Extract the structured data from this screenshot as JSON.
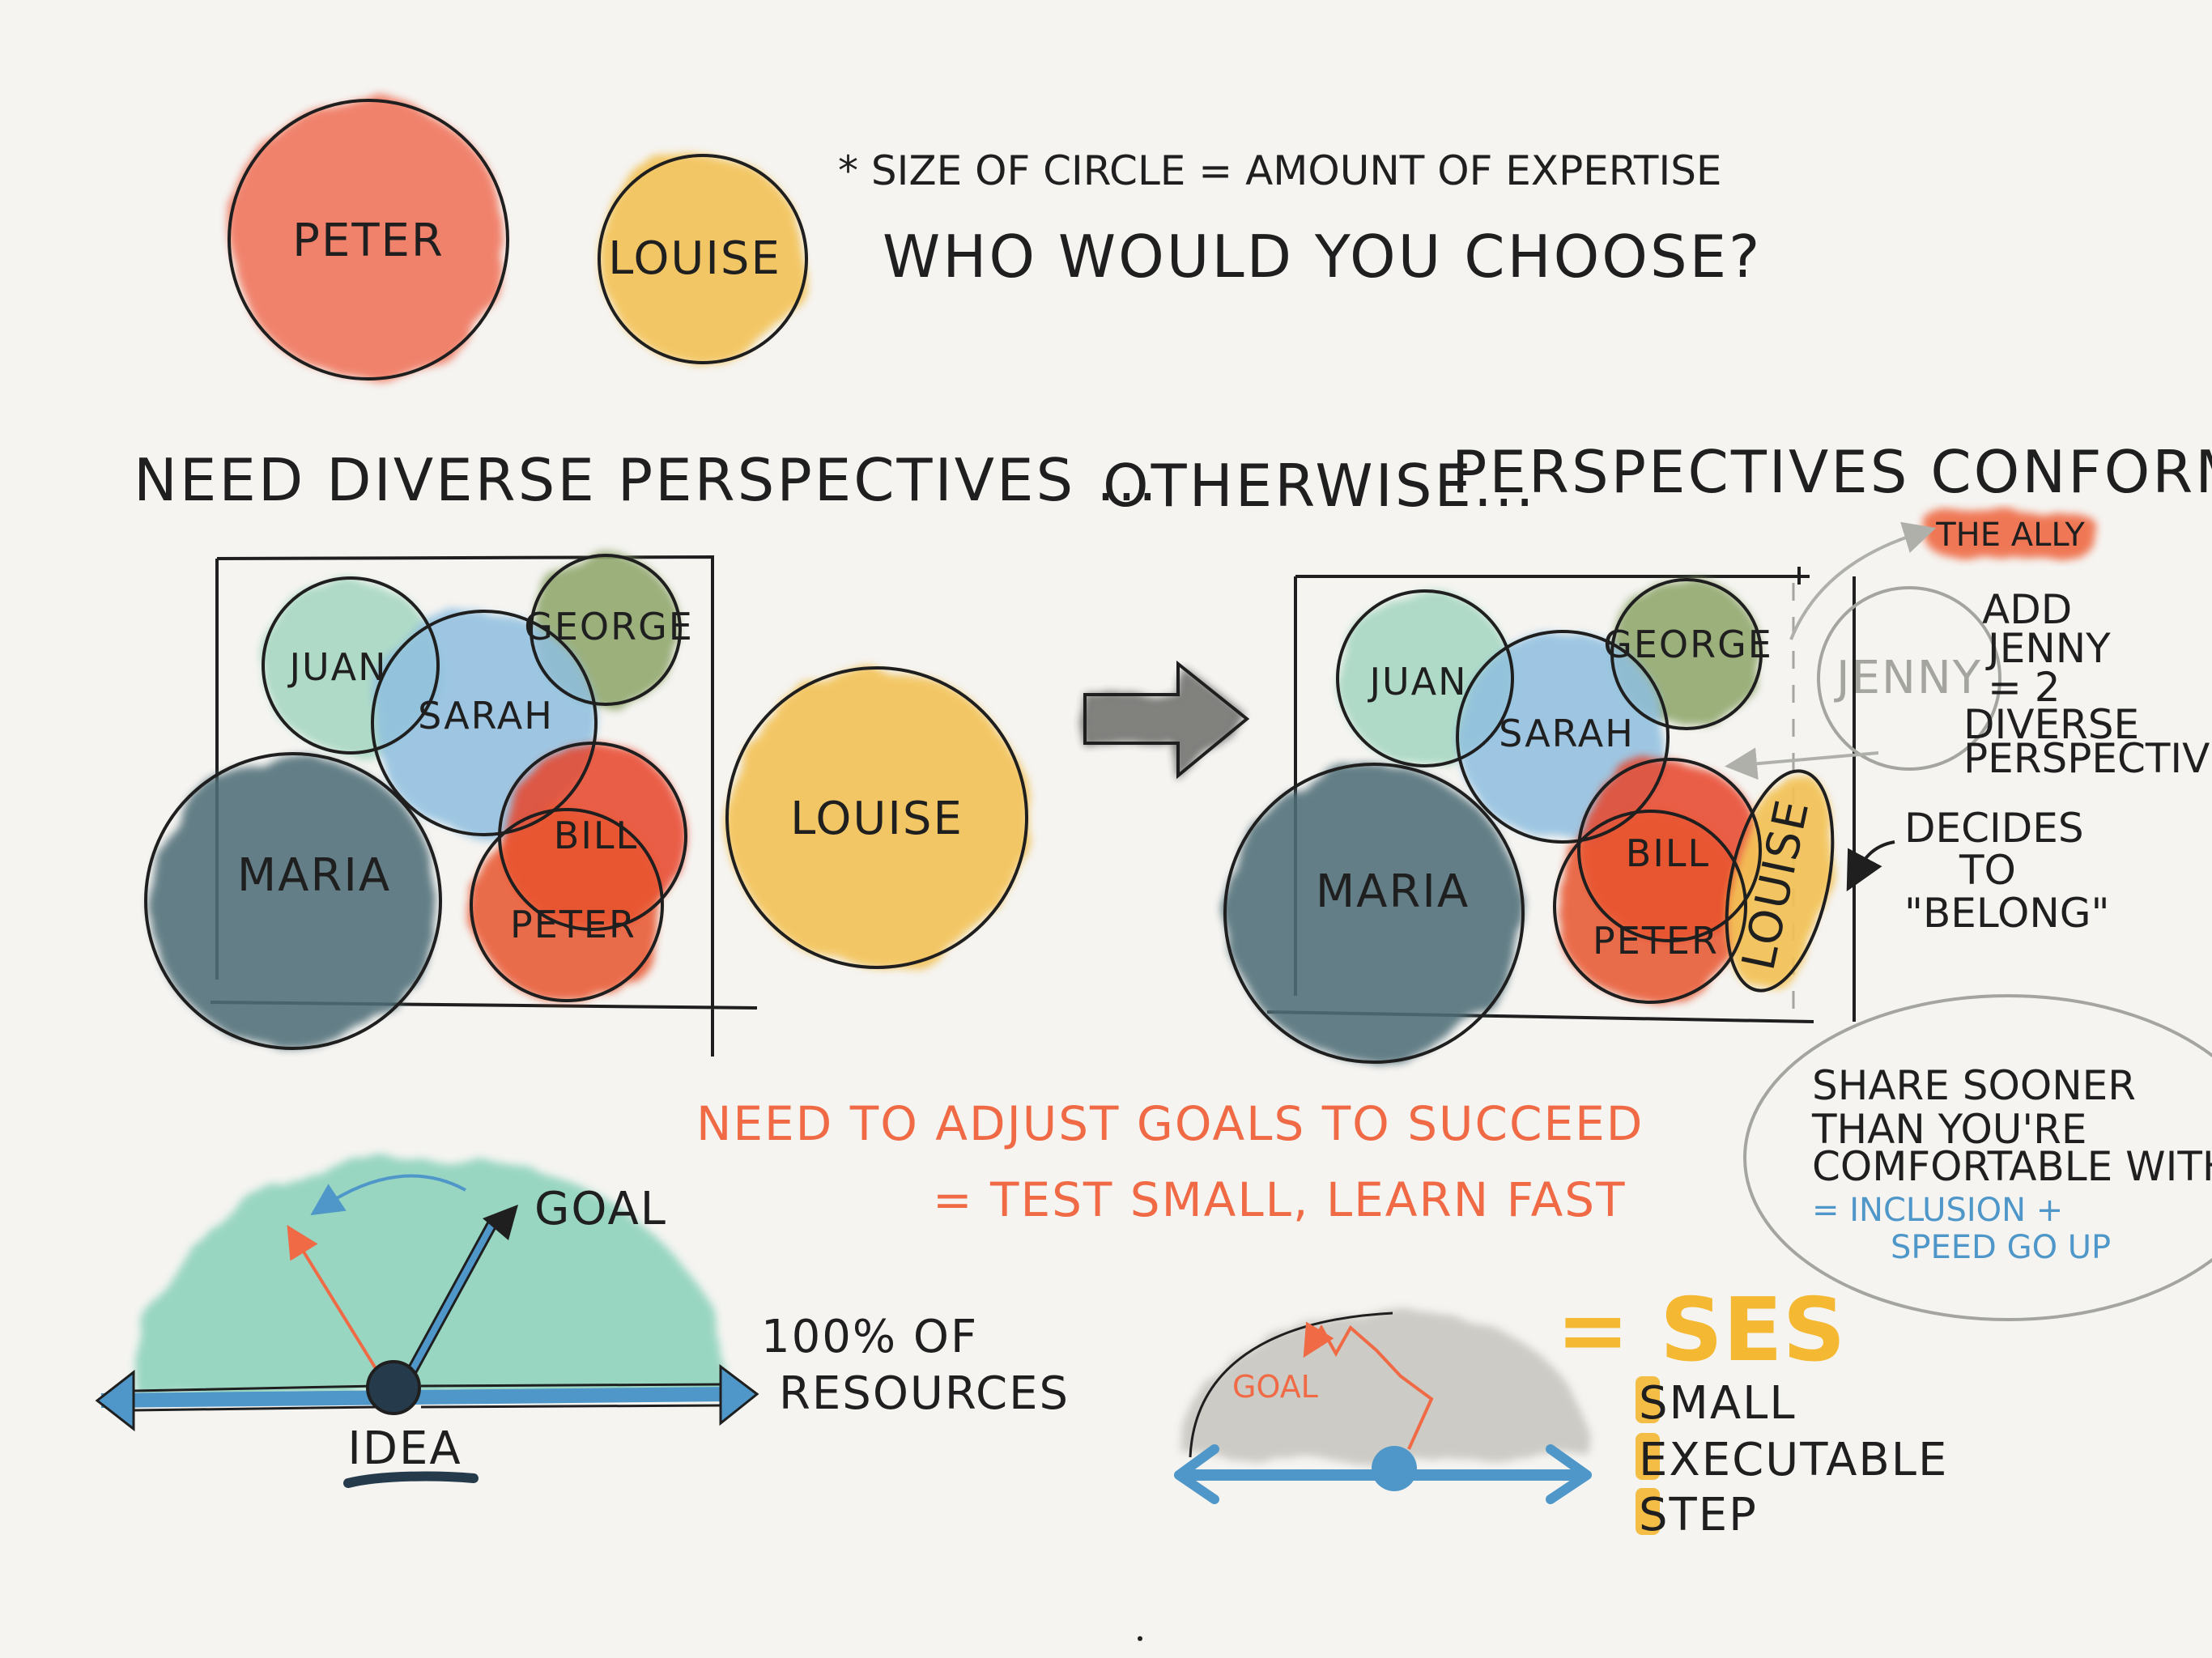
{
  "top": {
    "peter": "PETER",
    "louise": "LOUISE",
    "note": "* SIZE OF CIRCLE = AMOUNT OF EXPERTISE",
    "question": "WHO WOULD YOU CHOOSE?"
  },
  "headline": {
    "left": "NEED DIVERSE PERSPECTIVES ...",
    "middle": "OTHERWISE...",
    "right": "PERSPECTIVES CONFORM"
  },
  "team_left": {
    "juan": "JUAN",
    "sarah": "SARAH",
    "george": "GEORGE",
    "maria": "MARIA",
    "bill": "BILL",
    "peter": "PETER",
    "louise": "LOUISE"
  },
  "team_right": {
    "juan": "JUAN",
    "sarah": "SARAH",
    "george": "GEORGE",
    "maria": "MARIA",
    "bill": "BILL",
    "peter": "PETER",
    "louise": "LOUISE",
    "jenny": "JENNY"
  },
  "annotations": {
    "the_ally": "THE ALLY",
    "add_jenny": [
      "ADD",
      "JENNY",
      "= 2",
      "DIVERSE",
      "PERSPECTIVES"
    ],
    "decides": [
      "DECIDES",
      "TO",
      "\"BELONG\""
    ],
    "share_sooner": "SHARE SOONER",
    "share_lines": [
      "THAN YOU'RE",
      "COMFORTABLE WITH"
    ],
    "share_blue": [
      "= INCLUSION +",
      "SPEED GO UP"
    ]
  },
  "goals": {
    "line1": "NEED TO ADJUST GOALS TO SUCCEED",
    "line2": "= TEST SMALL, LEARN FAST"
  },
  "left_gauge": {
    "goal": "GOAL",
    "idea": "IDEA",
    "resources": [
      "100% OF",
      "RESOURCES"
    ]
  },
  "right_gauge": {
    "goal": "GOAL",
    "ses": "= SES",
    "ses_words": [
      "SMALL",
      "EXECUTABLE",
      "STEP"
    ]
  },
  "colors": {
    "peter": "#f0735a",
    "louise": "#f3c257",
    "juan": "#a8d8c3",
    "sarah": "#8fbfe0",
    "george": "#93a96f",
    "maria": "#4f6e78",
    "bill": "#e8452c",
    "gauge": "#8fd3bd",
    "gauge_small": "#c9c7c1",
    "axis_blue": "#4f97c9",
    "accent_orange": "#ef6a45",
    "ses_yellow": "#f4b833"
  }
}
